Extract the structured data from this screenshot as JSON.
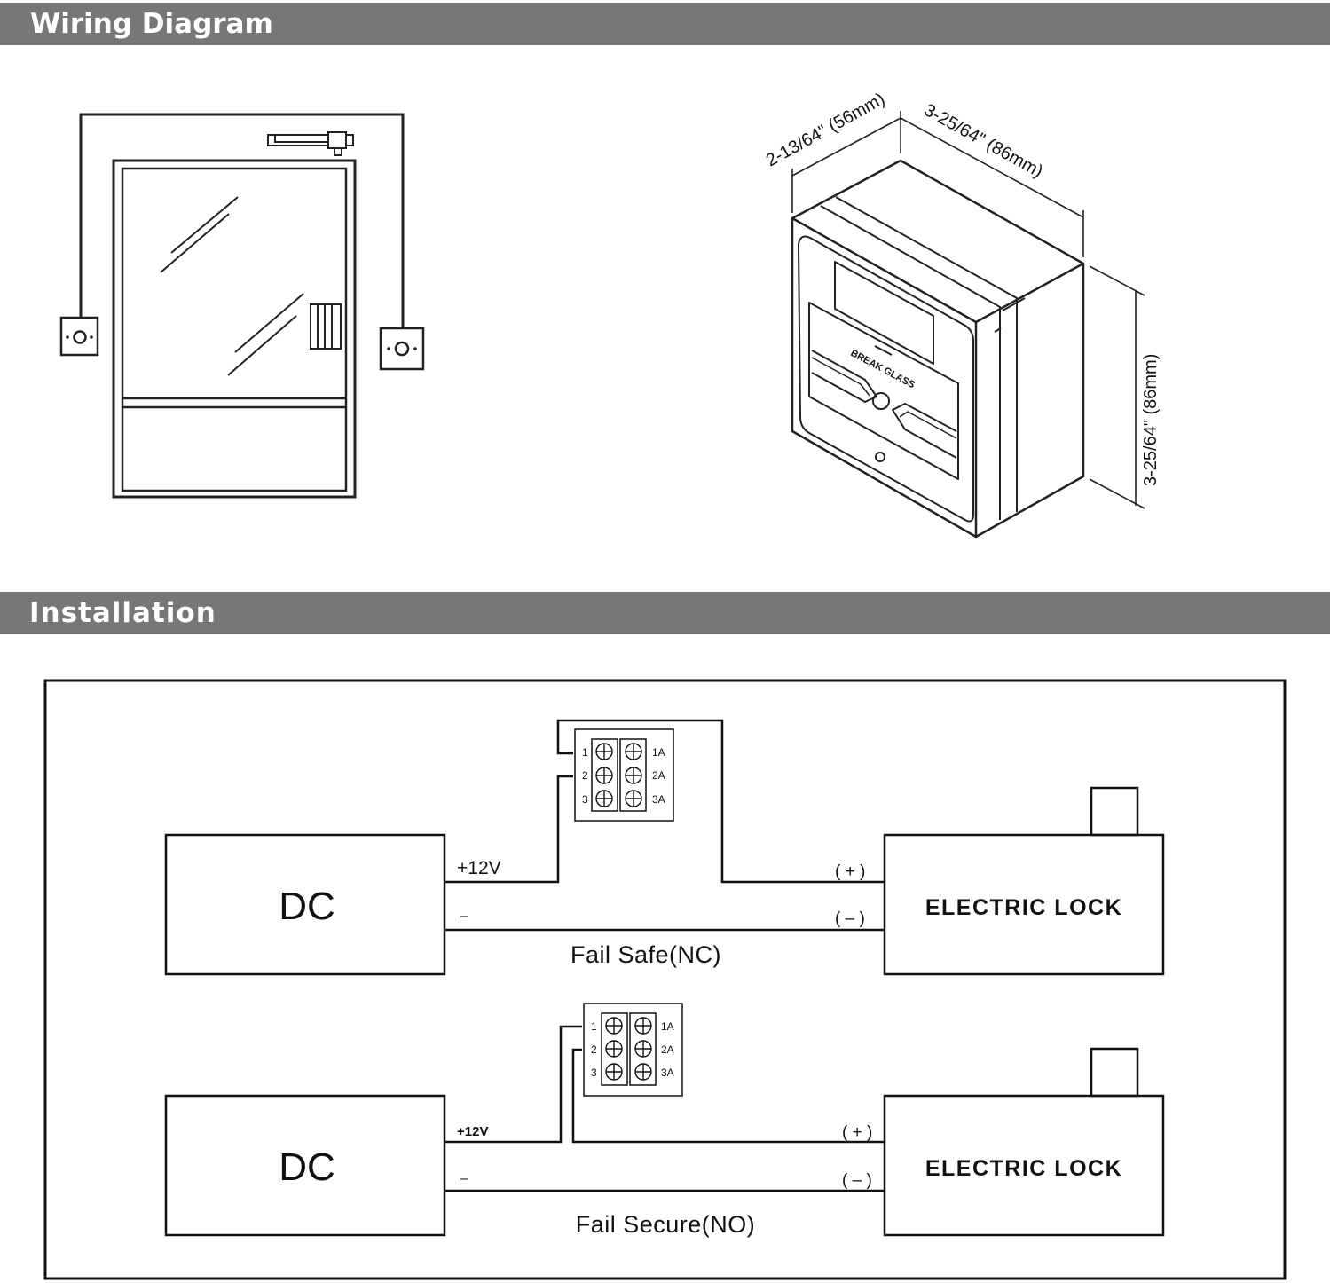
{
  "sections": {
    "wiring_title": "Wiring Diagram",
    "installation_title": "Installation"
  },
  "device": {
    "label": "BREAK GLASS",
    "dim_depth": "2-13/64\" (56mm)",
    "dim_width": "3-25/64\" (86mm)",
    "dim_height": "3-25/64\" (86mm)"
  },
  "fail_safe": {
    "caption": "Fail Safe(NC)",
    "power_label": "DC",
    "plus_label": "+12V",
    "minus_label": "–",
    "lock_label": "ELECTRIC LOCK",
    "lock_plus": "( + )",
    "lock_minus": "( – )",
    "terminals_left": [
      "1",
      "2",
      "3"
    ],
    "terminals_right": [
      "1A",
      "2A",
      "3A"
    ]
  },
  "fail_secure": {
    "caption": "Fail Secure(NO)",
    "power_label": "DC",
    "plus_label": "+12V",
    "minus_label": "–",
    "lock_label": "ELECTRIC LOCK",
    "lock_plus": "( + )",
    "lock_minus": "( – )",
    "terminals_left": [
      "1",
      "2",
      "3"
    ],
    "terminals_right": [
      "1A",
      "2A",
      "3A"
    ]
  }
}
